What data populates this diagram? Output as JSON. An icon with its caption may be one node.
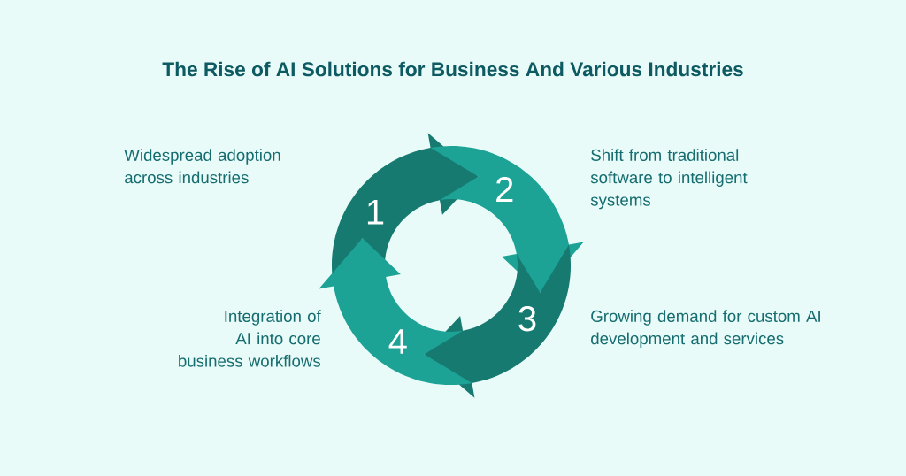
{
  "diagram": {
    "title": "The Rise of AI Solutions for Business And Various Industries",
    "nodes": [
      {
        "text": [
          "1"
        ],
        "beside": [
          "Widespread adoption across industries"
        ]
      },
      {
        "text": [
          "2"
        ],
        "beside": [
          "Shift from traditional software to intelligent systems"
        ]
      },
      {
        "text": [
          "3"
        ],
        "beside": [
          "Growing demand for custom AI development and services"
        ]
      },
      {
        "text": [
          "4"
        ],
        "beside": [
          "Integration of AI into core business workflows"
        ]
      }
    ]
  }
}
